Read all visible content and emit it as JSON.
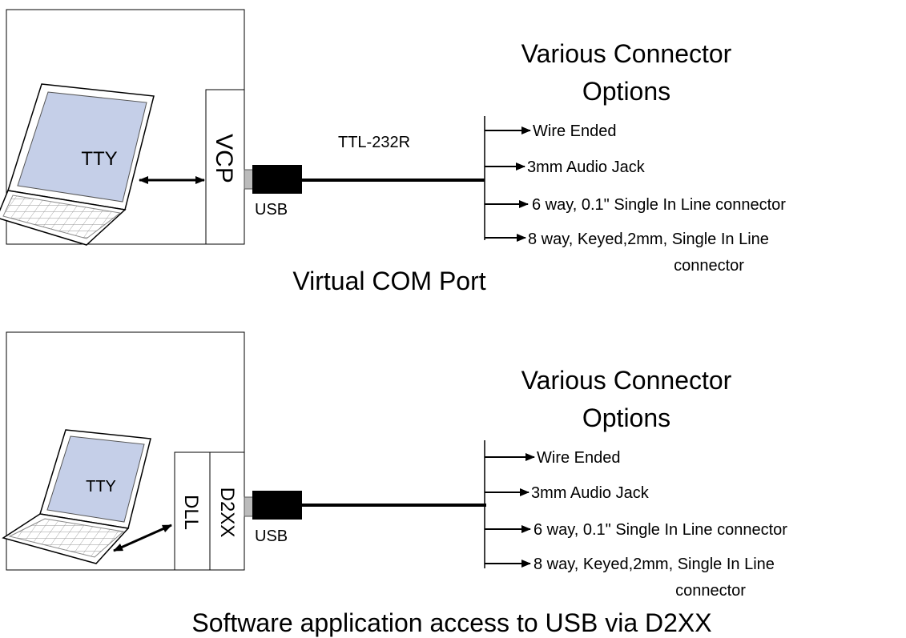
{
  "top": {
    "laptop_screen_label": "TTY",
    "driver_label": "VCP",
    "cable_name": "TTL-232R",
    "usb_label": "USB",
    "options_title_line1": "Various Connector",
    "options_title_line2": "Options",
    "options": [
      "Wire Ended",
      "3mm Audio Jack",
      "6 way, 0.1\" Single In Line connector",
      "8 way, Keyed,2mm, Single In Line"
    ],
    "option4_line2": "connector",
    "caption": "Virtual COM Port"
  },
  "bottom": {
    "laptop_screen_label": "TTY",
    "dll_label": "DLL",
    "d2xx_label": "D2XX",
    "usb_label": "USB",
    "options_title_line1": "Various Connector",
    "options_title_line2": "Options",
    "options": [
      "Wire Ended",
      "3mm Audio Jack",
      "6 way, 0.1\" Single In Line connector",
      "8 way, Keyed,2mm, Single In Line"
    ],
    "option4_line2": "connector",
    "caption": "Software application access to USB via D2XX"
  },
  "colors": {
    "screen_fill": "#c5cfe8",
    "line": "#000000"
  },
  "icons": [
    "laptop-icon",
    "usb-plug-icon",
    "double-arrow-icon"
  ]
}
